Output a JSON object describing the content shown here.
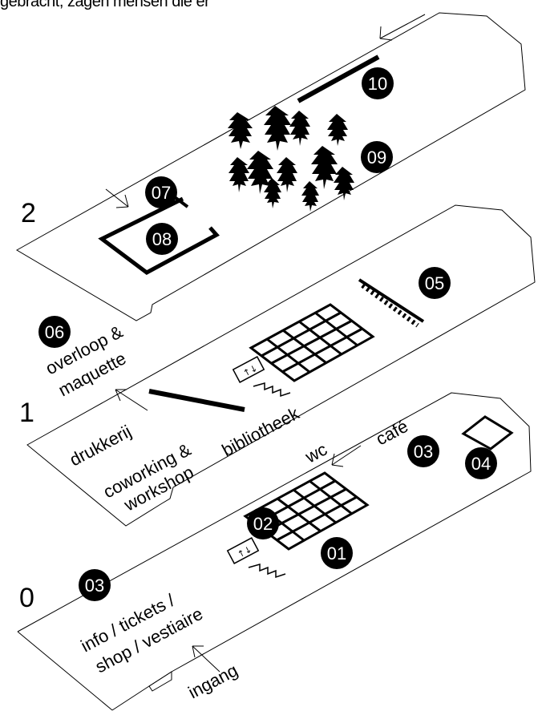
{
  "caption_fragment": "gebracht, zagen mensen die er",
  "floors": [
    {
      "number": "2"
    },
    {
      "number": "1"
    },
    {
      "number": "0"
    }
  ],
  "badges": {
    "b01": "01",
    "b02": "02",
    "b03_top": "03",
    "b03_bottom": "03",
    "b04": "04",
    "b05": "05",
    "b06": "06",
    "b07": "07",
    "b08": "08",
    "b09": "09",
    "b10": "10"
  },
  "labels": {
    "overloop_1": "overloop &",
    "overloop_2": "maquette",
    "drukkerij": "drukkerij",
    "coworking_1": "coworking &",
    "coworking_2": "workshop",
    "bibliotheek": "bibliotheek",
    "wc": "wc",
    "cafe": "café",
    "info_1": "info / tickets /",
    "info_2": "shop / vestiaire",
    "ingang": "ingang"
  },
  "colors": {
    "ink": "#000000",
    "paper": "#ffffff"
  },
  "icons": [
    "arrow-icon",
    "tree-icon",
    "elevator-icon",
    "stairs-icon"
  ]
}
